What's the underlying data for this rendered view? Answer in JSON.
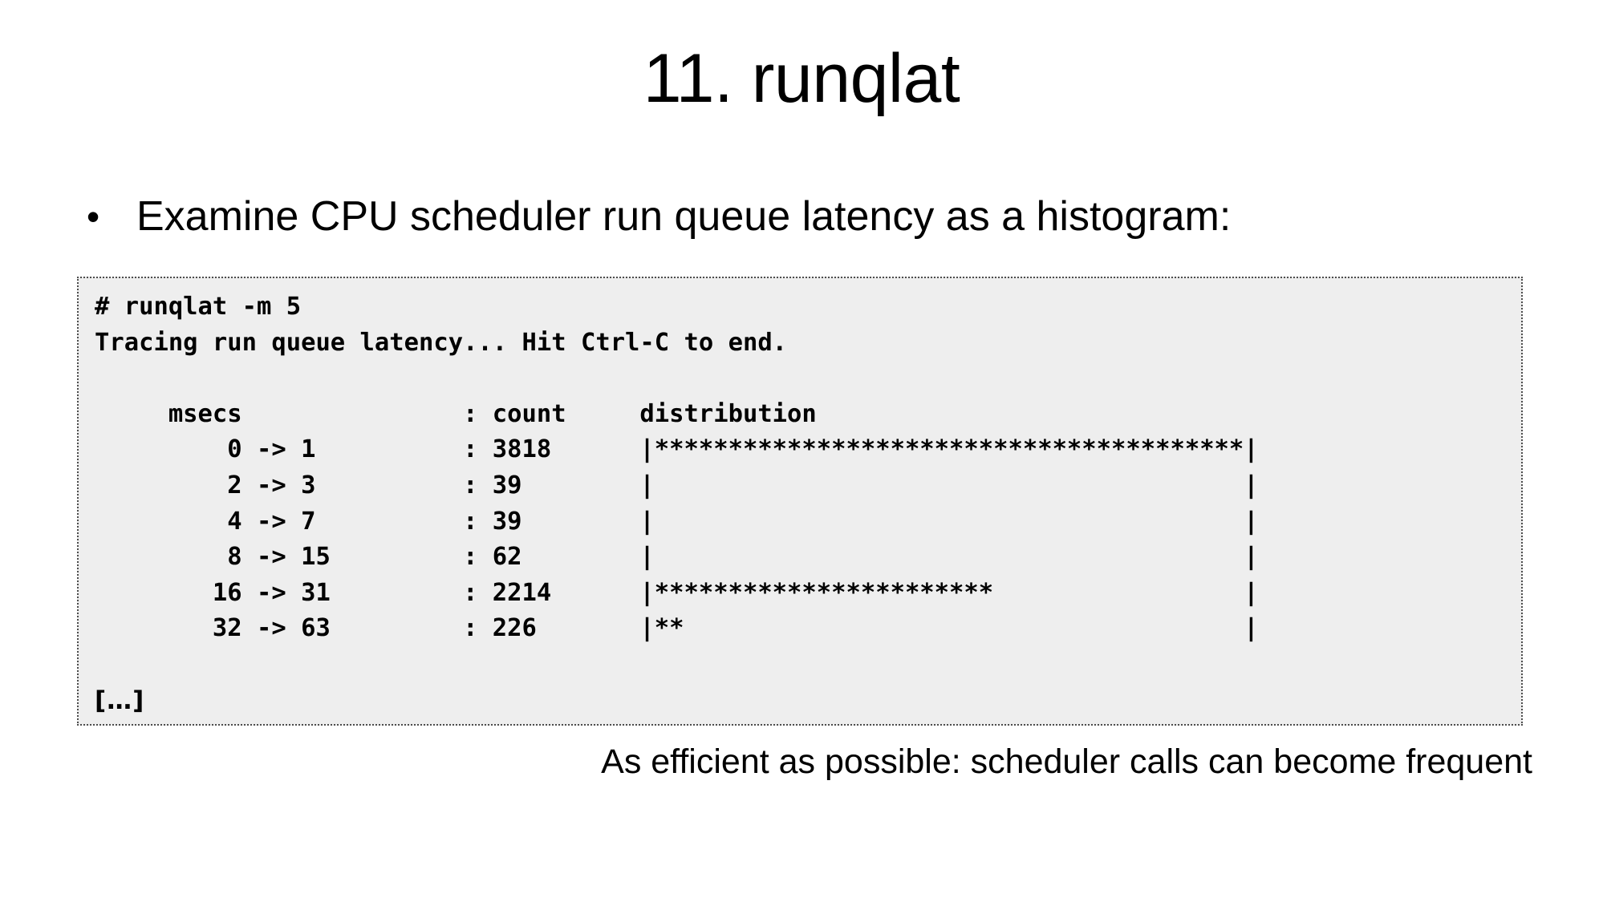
{
  "slide": {
    "title": "11. runqlat",
    "background_color": "#ffffff",
    "text_color": "#000000"
  },
  "bullet": {
    "marker": "•",
    "text": "Examine CPU scheduler run queue latency as a histogram:"
  },
  "code_block": {
    "background_color": "#eeeeee",
    "border_color": "#4d4d4d",
    "command_prompt": "#",
    "command": "runqlat -m 5",
    "status_message": "Tracing run queue latency... Hit Ctrl-C to end.",
    "columns": {
      "range": "msecs",
      "separator": ":",
      "count": "count",
      "distribution": "distribution"
    },
    "lines": [
      "# runqlat -m 5",
      "Tracing run queue latency... Hit Ctrl-C to end.",
      "",
      "     msecs               : count     distribution",
      "         0 -> 1          : 3818      |****************************************|",
      "         2 -> 3          : 39        |                                        |",
      "         4 -> 7          : 39        |                                        |",
      "         8 -> 15         : 62        |                                        |",
      "        16 -> 31         : 2214      |***********************                 |",
      "        32 -> 63         : 226       |**                                      |",
      ""
    ],
    "trailing": "[…]"
  },
  "caption": {
    "text": "As efficient as possible: scheduler calls can become frequent"
  },
  "chart_data": {
    "type": "bar",
    "title": "runqlat -m 5 run queue latency histogram",
    "xlabel": "count",
    "ylabel": "msecs",
    "unit": "msecs",
    "categories": [
      "0 -> 1",
      "2 -> 3",
      "4 -> 7",
      "8 -> 15",
      "16 -> 31",
      "32 -> 63"
    ],
    "values": [
      3818,
      39,
      39,
      62,
      2214,
      226
    ],
    "bar_glyph": "*",
    "bar_widths_in_glyphs": [
      40,
      0,
      0,
      0,
      23,
      2
    ],
    "max_bar_width_glyphs": 40,
    "grid": false,
    "legend": "none",
    "truncated": true,
    "truncation_marker": "[…]"
  }
}
